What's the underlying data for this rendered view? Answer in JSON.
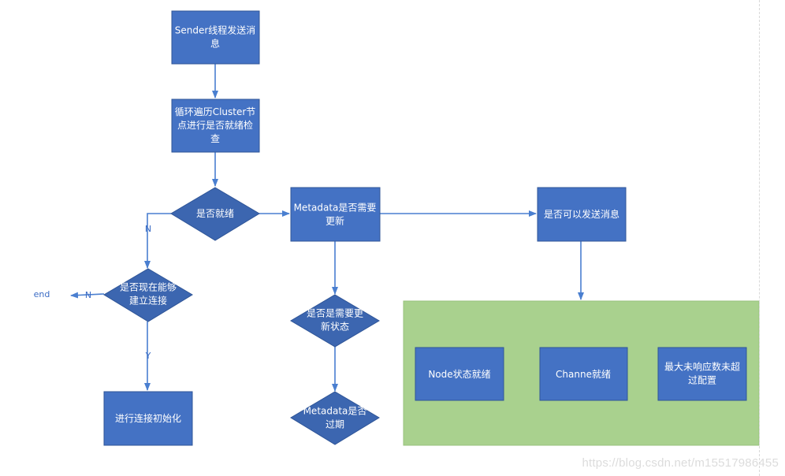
{
  "nodes": {
    "sender": [
      "Sender线程发送消",
      "息"
    ],
    "loop_cluster": [
      "循环遍历Cluster节",
      "点进行是否就绪检",
      "查"
    ],
    "is_ready": [
      "是否就绪"
    ],
    "metadata_update": [
      "Metadata是否需要",
      "更新"
    ],
    "can_send": [
      "是否可以发送消息"
    ],
    "can_connect": [
      "是否现在能够",
      "建立连接"
    ],
    "need_update_state": [
      "是否是需要更",
      "新状态"
    ],
    "metadata_expired": [
      "Metadata是否",
      "过期"
    ],
    "init_connection": [
      "进行连接初始化"
    ],
    "node_ready": [
      "Node状态就绪"
    ],
    "channel_ready": [
      "Channe就绪"
    ],
    "max_unanswered": [
      "最大未响应数未超",
      "过配置"
    ],
    "end": [
      "end"
    ]
  },
  "edge_labels": {
    "no_1": "N",
    "no_2": "N",
    "yes": "Y"
  },
  "colors": {
    "box_fill": "#4472c4",
    "box_stroke": "#2f5597",
    "diamond_fill": "#3c66b0",
    "arrow": "#4a7fd0",
    "group_fill": "#a9d18e",
    "text_light": "#ffffff",
    "text_dark": "#3a6bc4"
  },
  "watermark": "https://blog.csdn.net/m15517986455"
}
